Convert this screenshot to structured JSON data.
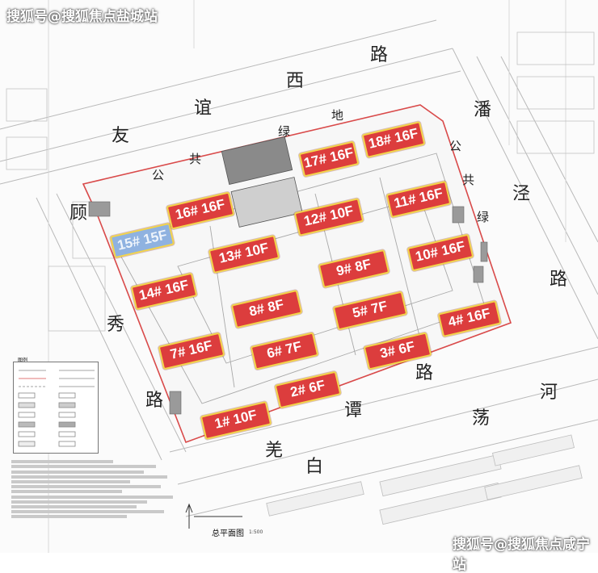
{
  "watermarks": {
    "top_left": "搜狐号@搜狐焦点盐城站",
    "bottom_right": "搜狐号@搜狐焦点咸宁站"
  },
  "roads": {
    "youyi_west": [
      "友",
      "谊",
      "西",
      "路"
    ],
    "pan_jing": [
      "潘",
      "泾",
      "路"
    ],
    "gu_xiu": [
      "顾",
      "秀",
      "路"
    ],
    "baidang_river": [
      "羌",
      "白",
      "谭",
      "路",
      "荡",
      "河"
    ]
  },
  "green_belt_chars": [
    "公",
    "共",
    "绿",
    "地"
  ],
  "green_belt_chars_right": [
    "公",
    "共",
    "绿"
  ],
  "plan_title": "总平面图",
  "plan_scale": "1:500",
  "legend_title": "图例",
  "buildings": [
    {
      "id": "b1",
      "label": "1# 10F",
      "highlight": "red"
    },
    {
      "id": "b2",
      "label": "2# 6F",
      "highlight": "red"
    },
    {
      "id": "b3",
      "label": "3# 6F",
      "highlight": "red"
    },
    {
      "id": "b4",
      "label": "4# 16F",
      "highlight": "red"
    },
    {
      "id": "b5",
      "label": "5# 7F",
      "highlight": "red"
    },
    {
      "id": "b6",
      "label": "6# 7F",
      "highlight": "red"
    },
    {
      "id": "b7",
      "label": "7# 16F",
      "highlight": "red"
    },
    {
      "id": "b8",
      "label": "8# 8F",
      "highlight": "red"
    },
    {
      "id": "b9",
      "label": "9# 8F",
      "highlight": "red"
    },
    {
      "id": "b10",
      "label": "10# 16F",
      "highlight": "red"
    },
    {
      "id": "b11",
      "label": "11# 16F",
      "highlight": "red"
    },
    {
      "id": "b12",
      "label": "12# 10F",
      "highlight": "red"
    },
    {
      "id": "b13",
      "label": "13# 10F",
      "highlight": "red"
    },
    {
      "id": "b14",
      "label": "14# 16F",
      "highlight": "red"
    },
    {
      "id": "b15",
      "label": "15# 15F",
      "highlight": "blue"
    },
    {
      "id": "b16",
      "label": "16# 16F",
      "highlight": "red"
    },
    {
      "id": "b17",
      "label": "17# 16F",
      "highlight": "red"
    },
    {
      "id": "b18",
      "label": "18# 16F",
      "highlight": "red"
    }
  ],
  "colors": {
    "building_red": "#dc3d3d",
    "building_blue": "#8fb2e0",
    "building_outline": "#f3d44a",
    "site_boundary": "#d94a4a"
  }
}
